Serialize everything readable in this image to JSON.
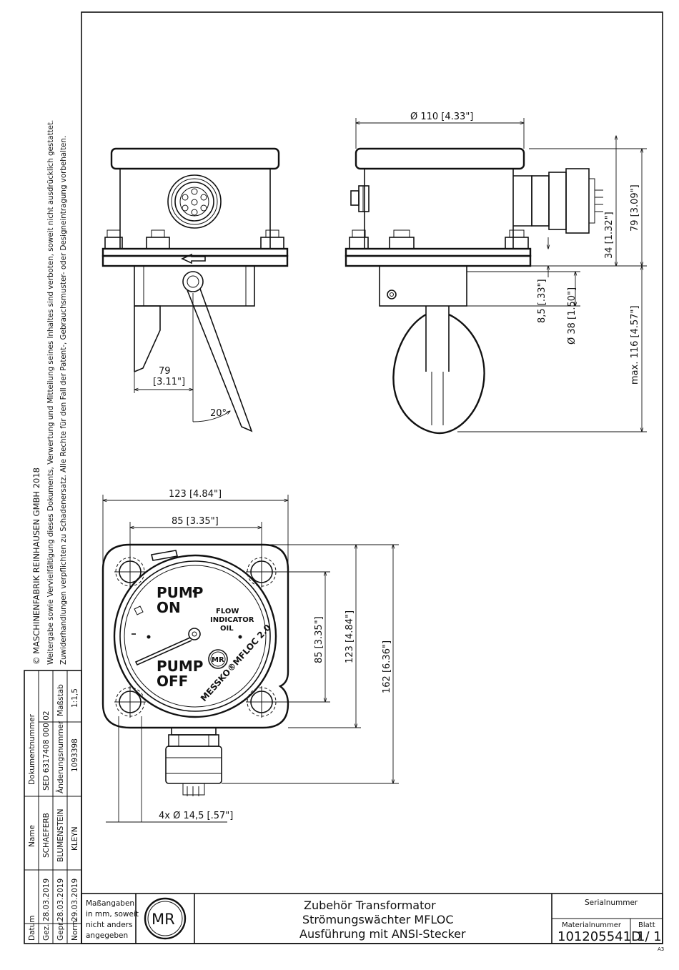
{
  "copyright": {
    "line1": "© MASCHINENFABRIK REINHAUSEN GMBH 2018",
    "line2": "Weitergabe sowie Vervielfältigung dieses Dokuments, Verwertung und Mitteilung seines Inhaltes sind verboten, soweit nicht ausdrücklich gestattet.",
    "line3": "Zuwiderhandlungen verpflichten zu Schadenersatz. Alle Rechte für den Fall der Patent-, Gebrauchsmuster- oder Designeintragung vorbehalten."
  },
  "dimensions": {
    "d110": "Ø 110 [4.33\"]",
    "h79": "79 [3.09\"]",
    "h34": "34 [1.32\"]",
    "h85": "8,5 [.33\"]",
    "d38": "Ø 38 [1.50\"]",
    "h116": "max. 116 [4.57\"]",
    "w79a": "79",
    "w79b": "[3.11\"]",
    "angle": "20°",
    "w123": "123 [4.84\"]",
    "w85": "85 [3.35\"]",
    "v85": "85 [3.35\"]",
    "v123": "123 [4.84\"]",
    "v162": "162 [6.36\"]",
    "holes": "4x Ø 14,5 [.57\"]"
  },
  "gauge": {
    "pump_on_1": "PUMP",
    "pump_on_2": "ON",
    "pump_off_1": "PUMP",
    "pump_off_2": "OFF",
    "flow1": "FLOW",
    "flow2": "INDICATOR",
    "flow3": "OIL",
    "brand": "MESSKO®MFLOC 2.0",
    "logo": "MR"
  },
  "title_block": {
    "col_datum": "Datum",
    "col_name": "Name",
    "col_docnum": "Dokumentnummer",
    "row_gez": "Gez.",
    "row_gepr": "Gepr.",
    "row_norm": "Norm.",
    "date_gez": "28.03.2019",
    "date_gepr": "28.03.2019",
    "date_norm": "29.03.2019",
    "name_gez": "SCHAEFERB",
    "name_gepr": "BLUMENSTEIN",
    "name_norm": "KLEYN",
    "docnum": "SED 6317408 000 02",
    "aenderung_label": "Änderungsnummer",
    "aenderung": "1093398",
    "massstab_label": "Maßstab",
    "massstab": "1:1,5",
    "note1": "Maßangaben",
    "note2": "in mm, soweit",
    "note3": "nicht anders",
    "note4": "angegeben",
    "logo": "MR",
    "title1": "Zubehör Transformator",
    "title2": "Strömungswächter MFLOC",
    "title3": "Ausführung mit ANSI-Stecker",
    "serial_label": "Serialnummer",
    "material_label": "Materialnummer",
    "material": "101205541D",
    "blatt_label": "Blatt",
    "blatt": "1/ 1",
    "format": "A3"
  }
}
